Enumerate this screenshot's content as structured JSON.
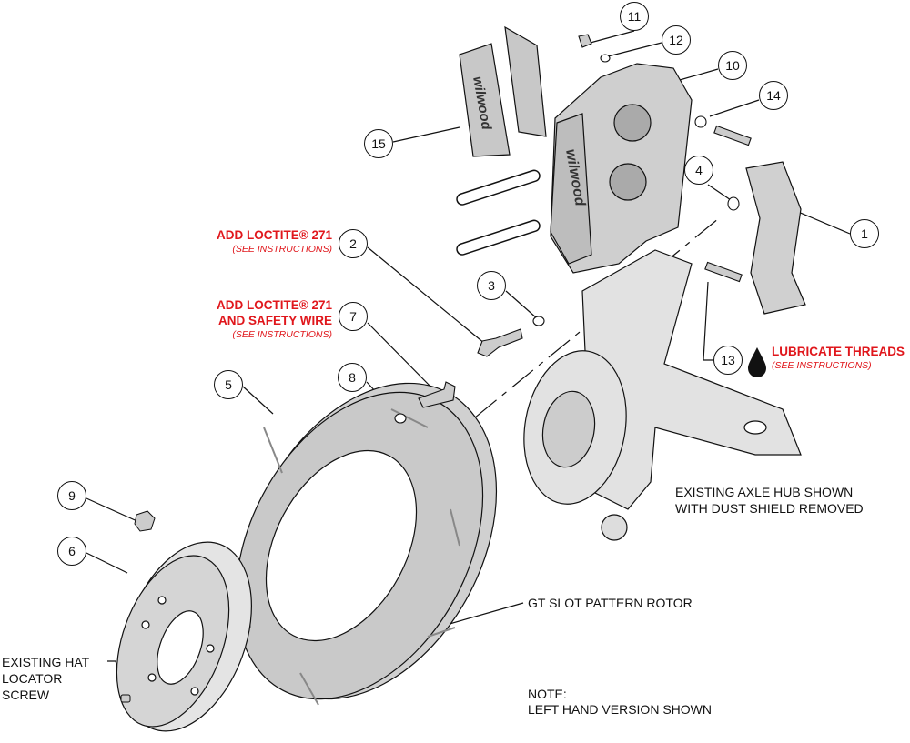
{
  "callouts": [
    "1",
    "2",
    "3",
    "4",
    "5",
    "6",
    "7",
    "8",
    "9",
    "10",
    "11",
    "12",
    "13",
    "14",
    "15"
  ],
  "notes": {
    "loctite_2_line1": "ADD LOCTITE® 271",
    "loctite_2_sub": "(SEE INSTRUCTIONS)",
    "loctite_7_line1": "ADD LOCTITE® 271",
    "loctite_7_line2": "AND SAFETY WIRE",
    "loctite_7_sub": "(SEE INSTRUCTIONS)",
    "lubricate": "LUBRICATE THREADS",
    "lubricate_sub": "(SEE INSTRUCTIONS)",
    "hub_line1": "EXISTING AXLE HUB SHOWN",
    "hub_line2": "WITH DUST SHIELD REMOVED",
    "rotor": "GT SLOT PATTERN ROTOR",
    "note_line1": "NOTE:",
    "note_line2": "LEFT HAND VERSION SHOWN",
    "screw_line1": "EXISTING HAT",
    "screw_line2": "LOCATOR",
    "screw_line3": "SCREW"
  },
  "logo_text": "wilwood",
  "colors": {
    "accent_red": "#e0161b",
    "part_fill": "#cfcfcf",
    "line": "#111111"
  }
}
